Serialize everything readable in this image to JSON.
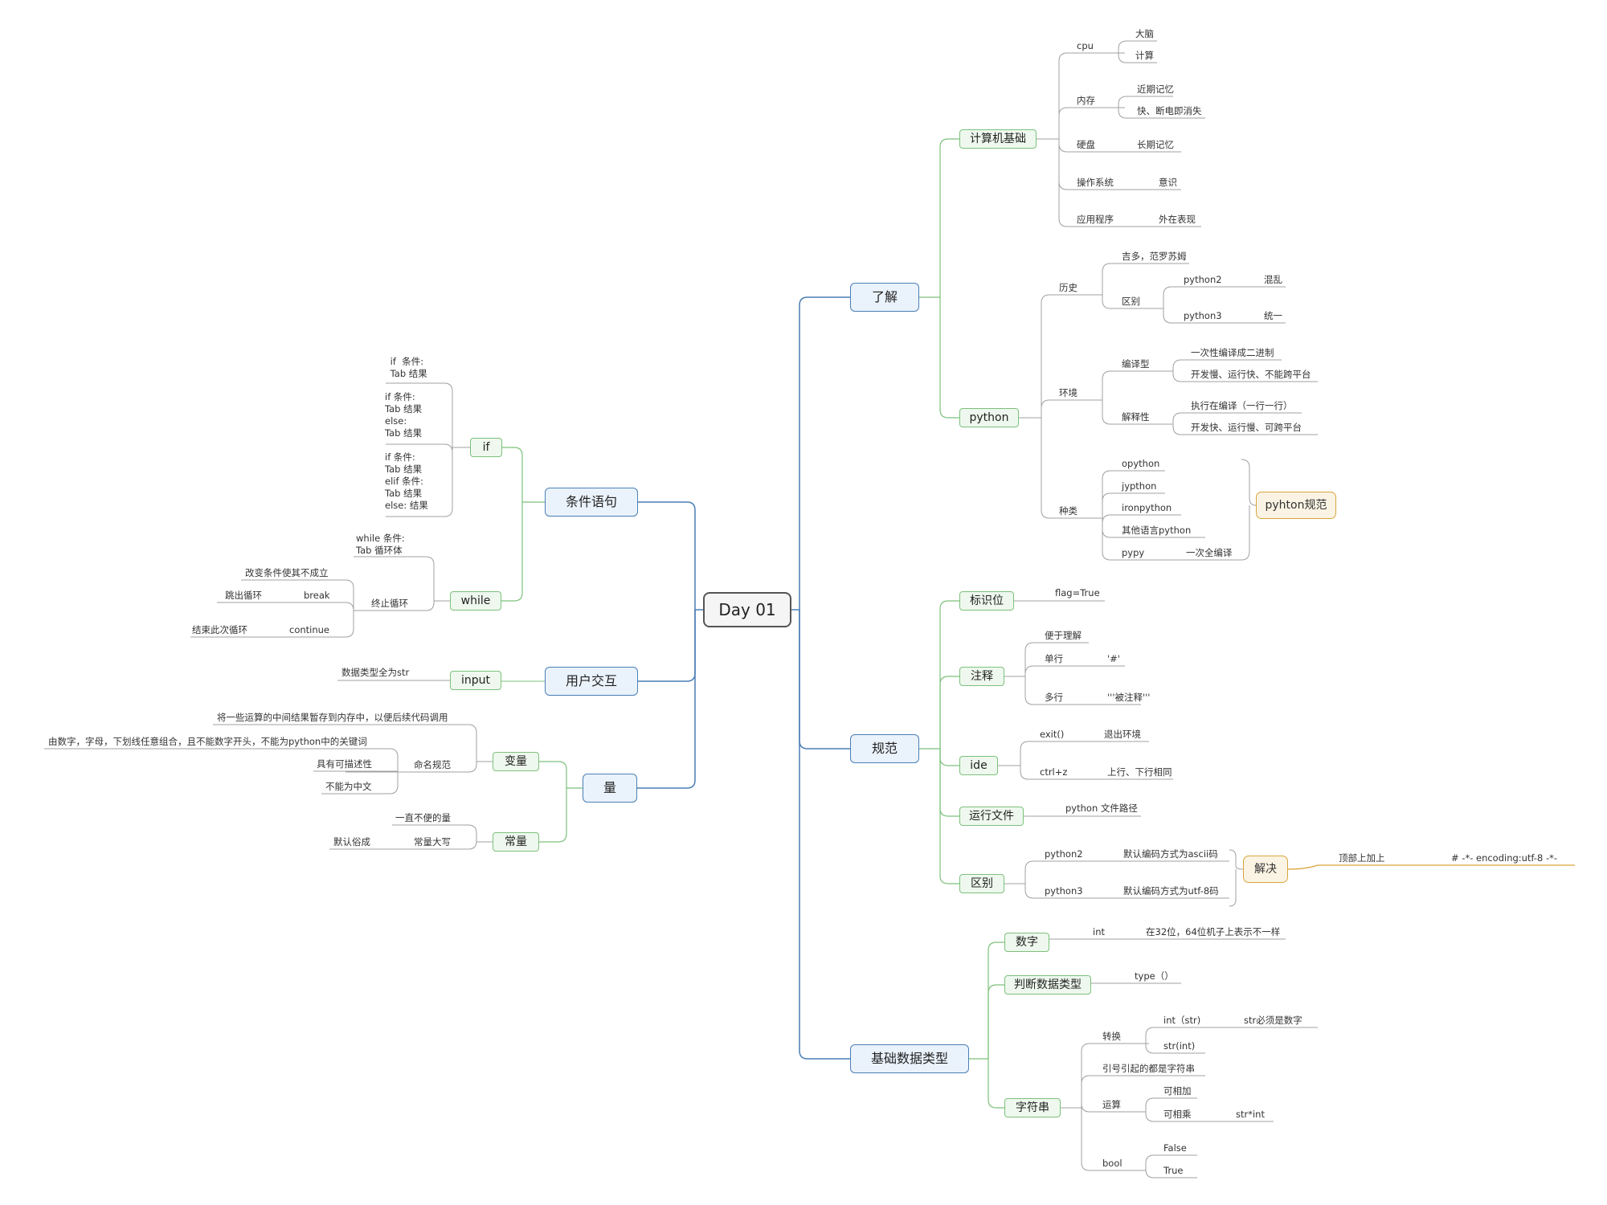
{
  "root": "Day 01",
  "main": {
    "liaojie": "了解",
    "guifan": "规范",
    "jichu": "基础数据类型",
    "tiaojian": "条件语句",
    "yonghu": "用户交互",
    "liang": "量"
  },
  "liaojie": {
    "jisuanji": "计算机基础",
    "cpu": "cpu",
    "danao": "大脑",
    "jisuan": "计算",
    "neicun": "内存",
    "jinqi": "近期记忆",
    "kuai": "快、断电即消失",
    "yingpan": "硬盘",
    "changqi": "长期记忆",
    "czxt": "操作系统",
    "yishi": "意识",
    "yycx": "应用程序",
    "waizai": "外在表现",
    "python": "python",
    "lishi": "历史",
    "jiduo": "吉多，范罗苏姆",
    "qubie": "区别",
    "py2": "python2",
    "hunluan": "混乱",
    "py3": "python3",
    "tongyi": "统一",
    "huanjing": "环境",
    "bianyi": "编译型",
    "bianyi1": "一次性编译成二进制",
    "bianyi2": "开发慢、运行快、不能跨平台",
    "jieshi": "解释性",
    "jieshi1": "执行在编译（一行一行）",
    "jieshi2": "开发快、运行慢、可跨平台",
    "zhonglei": "种类",
    "opython": "opython",
    "jypthon": "jypthon",
    "ironpython": "ironpython",
    "qita": "其他语言python",
    "pypy": "pypy",
    "yici": "一次全编译",
    "pyhton_guifan": "pyhton规范"
  },
  "guifan": {
    "biaoshi": "标识位",
    "flag": "flag=True",
    "zhushi": "注释",
    "bianyu": "便于理解",
    "danhang": "单行",
    "hash": "'#'",
    "duohang": "多行",
    "sanyin": "'''被注释'''",
    "ide": "ide",
    "exit": "exit()",
    "tuichu": "退出环境",
    "ctrlz": "ctrl+z",
    "shangxing": "上行、下行相同",
    "yunxing": "运行文件",
    "wenjian": "python 文件路径",
    "qubie": "区别",
    "py2": "python2",
    "ascii": "默认编码方式为ascii码",
    "py3": "python3",
    "utf8": "默认编码方式为utf-8码",
    "jiejue": "解决",
    "dingbu": "顶部上加上",
    "encoding": "# -*- encoding:utf-8 -*-"
  },
  "jichu": {
    "shuzi": "数字",
    "int": "int",
    "int_note": "在32位，64位机子上表示不一样",
    "panduan": "判断数据类型",
    "type": "type（）",
    "zifu": "字符串",
    "zhuanhuan": "转换",
    "intstr": "int（str)",
    "bixu": "str必须是数字",
    "strint": "str(int)",
    "yinhao": "引号引起的都是字符串",
    "yunsuan": "运算",
    "xiangjia": "可相加",
    "xiangcheng": "可相乘",
    "strmul": "str*int",
    "bool": "bool",
    "false": "False",
    "true": "True"
  },
  "tiaojian": {
    "if": "if",
    "if1": " if  条件:\n Tab 结果",
    "if2": "if 条件:\nTab 结果\nelse:\nTab 结果",
    "if3": "if 条件:\nTab 结果\nelif 条件:\nTab 结果\nelse: 结果",
    "while": "while",
    "while1": "while 条件:\nTab 循环体",
    "zhongzhi": "终止循环",
    "gaibian": "改变条件使其不成立",
    "tiaochu": "跳出循环",
    "break": "break",
    "jieshu": "结束此次循环",
    "continue": "continue"
  },
  "yonghu": {
    "input": "input",
    "shuju": "数据类型全为str"
  },
  "liang": {
    "bianliang": "变量",
    "jiang": "将一些运算的中间结果暂存到内存中，以便后续代码调用",
    "mingming": "命名规范",
    "youshuzi": "由数字，字母，下划线任意组合，且不能数字开头，不能为python中的关键词",
    "juyou": "具有可描述性",
    "bunen": "不能为中文",
    "changliang": "常量",
    "yizhi": "一直不便的量",
    "daxie": "常量大写",
    "moren": "默认俗成"
  },
  "colors": {
    "link_main": "#4a7fb5",
    "link_sub": "#7cc17c",
    "link_leaf": "#a0a0a0",
    "link_note": "#d9a53c"
  }
}
